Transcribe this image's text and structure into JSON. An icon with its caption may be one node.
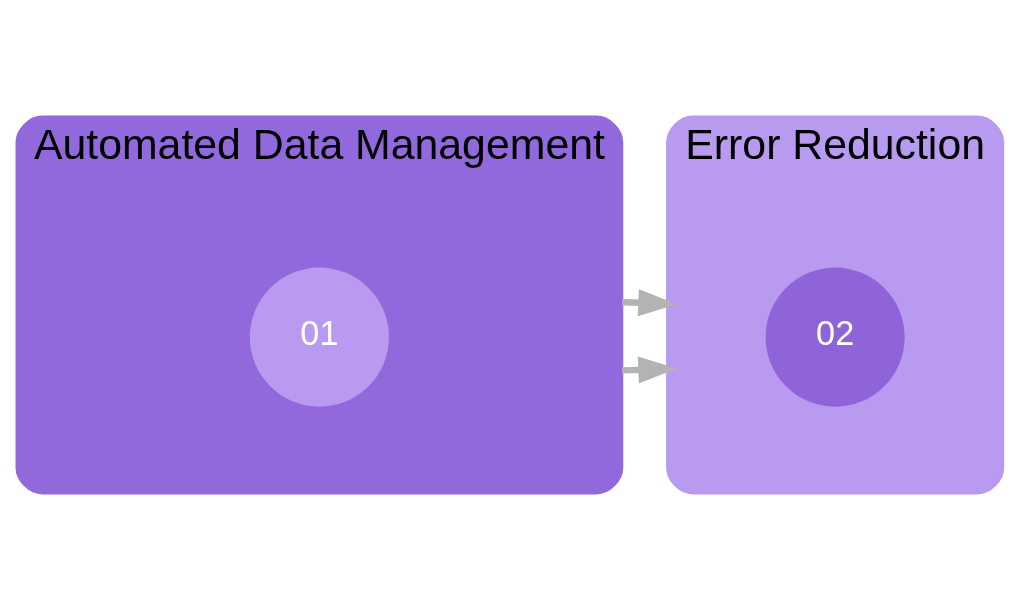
{
  "diagram": {
    "nodes": [
      {
        "text": [
          "Automated Data Management"
        ]
      },
      {
        "text": [
          "01"
        ],
        "in": 0
      },
      {
        "text": [
          "Error Reduction"
        ]
      },
      {
        "text": [
          "02"
        ],
        "in": 2
      }
    ],
    "edges": [
      {
        "from": 0,
        "to": 2,
        "arrow": "to",
        "color": "#b3b3b3"
      },
      {
        "from": 0,
        "to": 2,
        "arrow": "to",
        "color": "#b3b3b3"
      }
    ]
  }
}
